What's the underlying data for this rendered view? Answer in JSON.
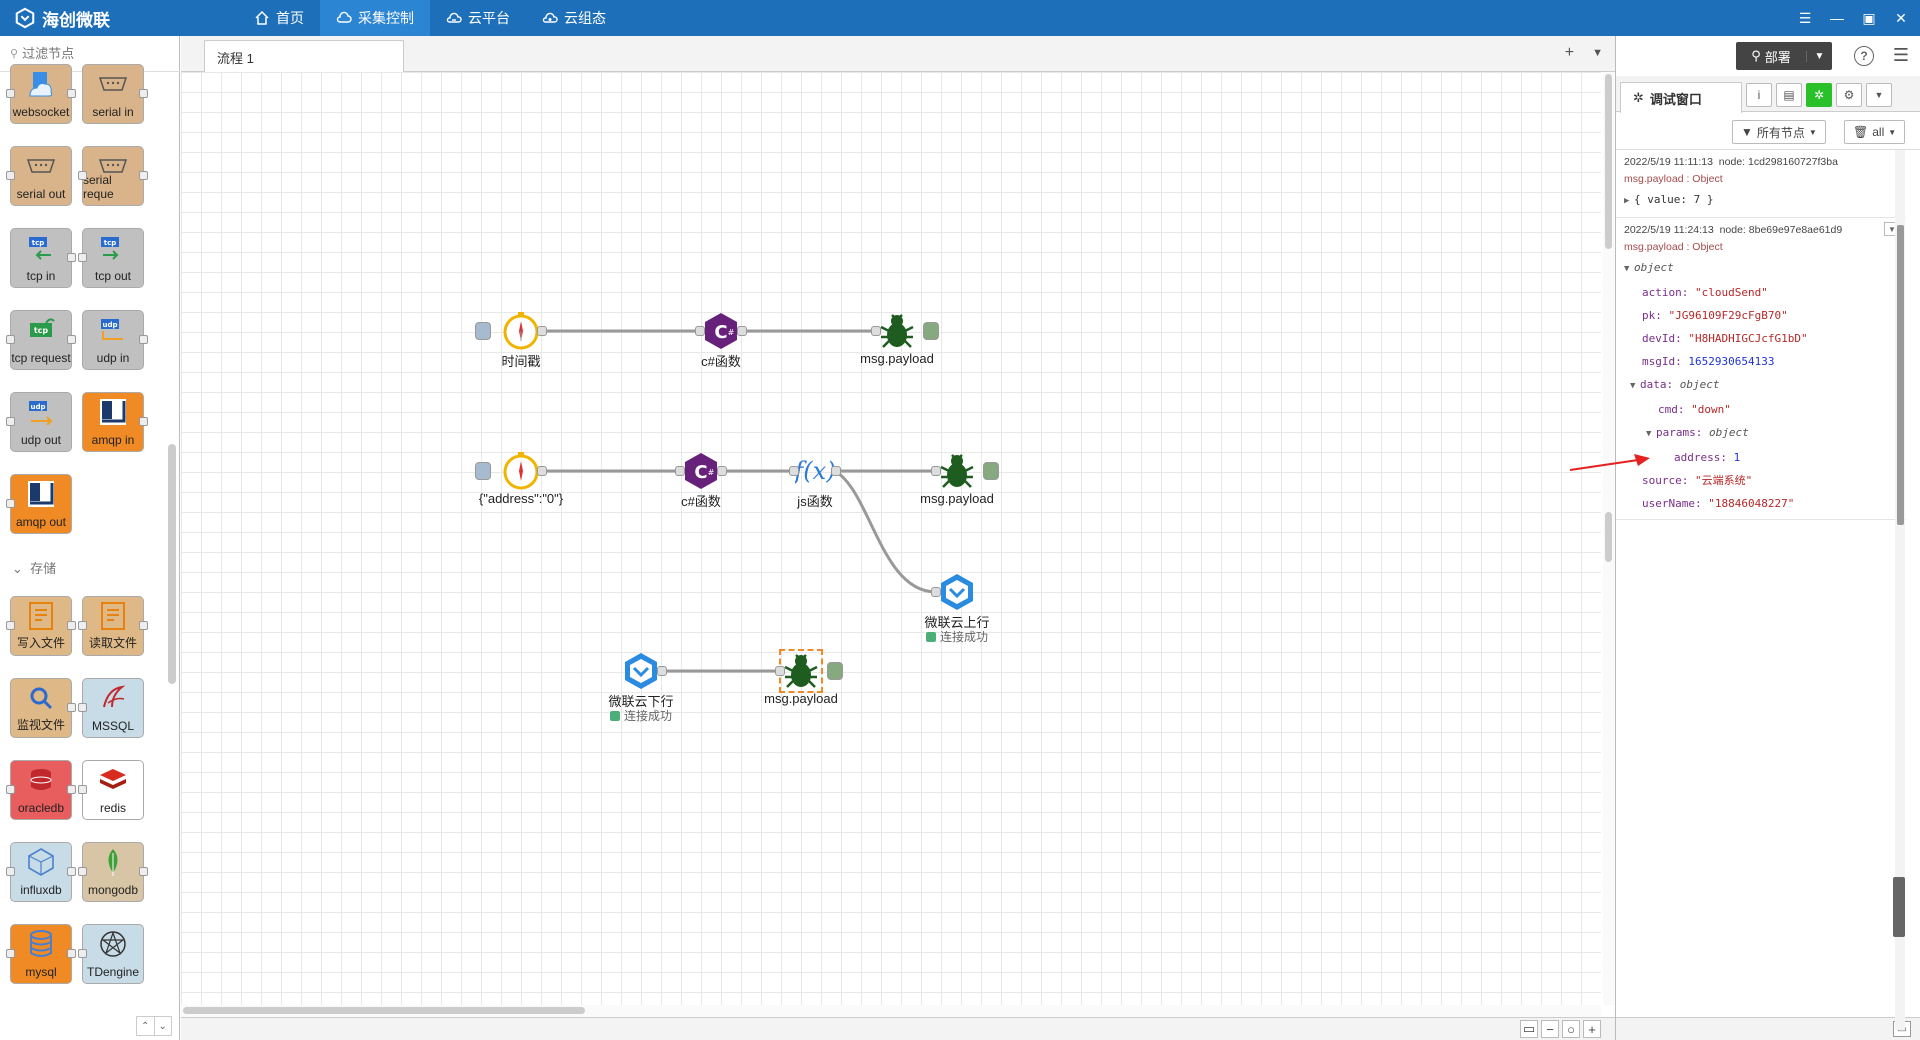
{
  "app": {
    "title": "海创微联"
  },
  "nav": [
    {
      "label": "首页",
      "icon": "home-icon"
    },
    {
      "label": "采集控制",
      "icon": "cloud-link-icon"
    },
    {
      "label": "云平台",
      "icon": "cloud-platform-icon"
    },
    {
      "label": "云组态",
      "icon": "cloud-config-icon"
    }
  ],
  "palette": {
    "filter_placeholder": "过滤节点",
    "nodes": [
      {
        "label": "websocket",
        "color": "#d9b48a"
      },
      {
        "label": "serial in",
        "color": "#d9b48a"
      },
      {
        "label": "serial out",
        "color": "#d9b48a"
      },
      {
        "label": "serial reque",
        "color": "#d9b48a"
      },
      {
        "label": "tcp in",
        "color": "#c0c0c0"
      },
      {
        "label": "tcp out",
        "color": "#c0c0c0"
      },
      {
        "label": "tcp request",
        "color": "#c0c0c0"
      },
      {
        "label": "udp in",
        "color": "#c0c0c0"
      },
      {
        "label": "udp out",
        "color": "#c0c0c0"
      },
      {
        "label": "amqp in",
        "color": "#f08a24"
      },
      {
        "label": "amqp out",
        "color": "#f08a24"
      }
    ],
    "category_storage": "存储",
    "storage_nodes": [
      {
        "label": "写入文件",
        "color": "#deb887"
      },
      {
        "label": "读取文件",
        "color": "#deb887"
      },
      {
        "label": "监视文件",
        "color": "#deb887"
      },
      {
        "label": "MSSQL",
        "color": "#c8dce8"
      },
      {
        "label": "oracledb",
        "color": "#e85d5d"
      },
      {
        "label": "redis",
        "color": "#ffffff"
      },
      {
        "label": "influxdb",
        "color": "#c8dce8"
      },
      {
        "label": "mongodb",
        "color": "#d7c5a5"
      },
      {
        "label": "mysql",
        "color": "#f08a24"
      },
      {
        "label": "TDengine",
        "color": "#c8dce8"
      }
    ]
  },
  "workspace": {
    "tab": "流程 1",
    "flow1": {
      "inject": "时间戳",
      "func": "c#函数",
      "debug": "msg.payload"
    },
    "flow2": {
      "inject": "{\"address\":\"0\"}",
      "func": "c#函数",
      "js": "js函数",
      "debug": "msg.payload",
      "cloud_up": "微联云上行",
      "cloud_up_status": "连接成功"
    },
    "flow3": {
      "cloud_down": "微联云下行",
      "cloud_down_status": "连接成功",
      "debug": "msg.payload"
    }
  },
  "sidebar": {
    "deploy": "部署",
    "tab": "调试窗口",
    "filter_nodes": "所有节点",
    "clear": "all",
    "messages": [
      {
        "time": "2022/5/19 11:11:13",
        "node": "node: 1cd298160727f3ba",
        "type": "msg.payload : Object",
        "value": "{ value: 7 }"
      },
      {
        "time": "2022/5/19 11:24:13",
        "node": "node: 8be69e97e8ae61d9",
        "type": "msg.payload : Object",
        "object": "object",
        "action_k": "action:",
        "action_v": "\"cloudSend\"",
        "pk_k": "pk:",
        "pk_v": "\"JG96109F29cFgB70\"",
        "devId_k": "devId:",
        "devId_v": "\"H8HADHIGCJcfG1bD\"",
        "msgId_k": "msgId:",
        "msgId_v": "1652930654133",
        "data_k": "data:",
        "data_t": "object",
        "cmd_k": "cmd:",
        "cmd_v": "\"down\"",
        "params_k": "params:",
        "params_t": "object",
        "address_k": "address:",
        "address_v": "1",
        "source_k": "source:",
        "source_v": "\"云端系统\"",
        "userName_k": "userName:",
        "userName_v": "\"18846048227\""
      }
    ]
  }
}
